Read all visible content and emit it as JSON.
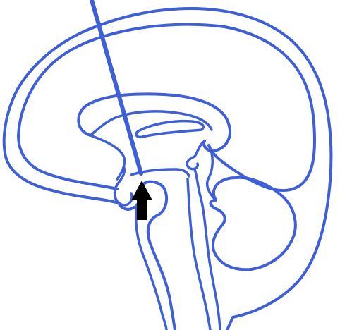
{
  "figure": {
    "kind": "hand-drawn sagittal brain sketch",
    "colors": {
      "outline": "#3f5fd8",
      "pointer": "#000000",
      "background": "#ffffff"
    },
    "structures": [
      "brain-outer-contour",
      "cortex-inner-contour",
      "corpus-callosum",
      "lateral-ventricle-slit",
      "brainstem",
      "cerebellum",
      "probe",
      "pointer-arrow"
    ]
  }
}
